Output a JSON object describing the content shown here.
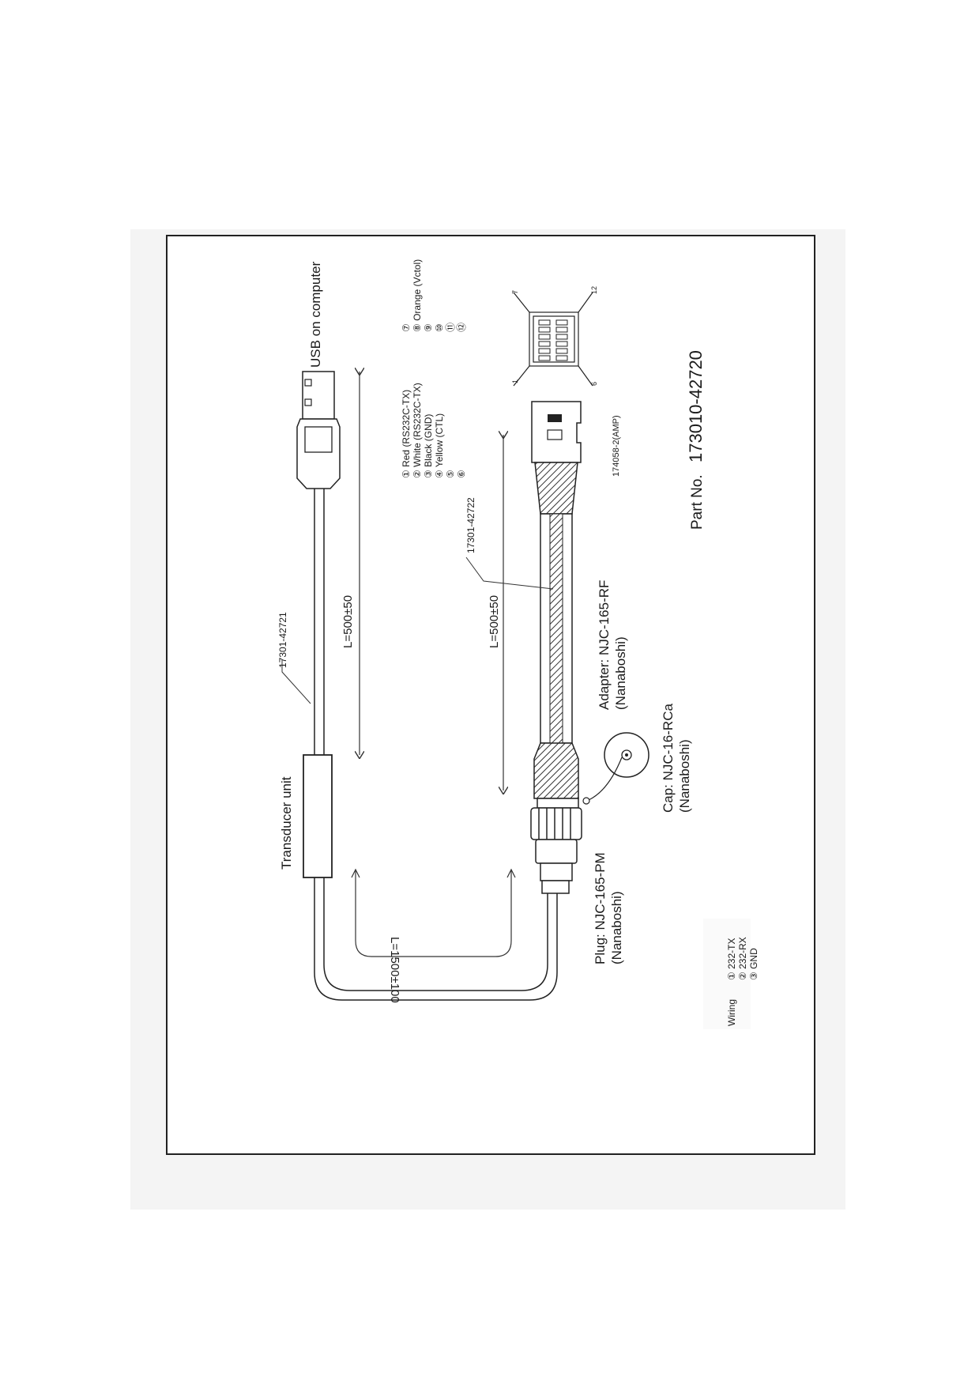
{
  "drawing": {
    "part_number_prefix": "Part No.",
    "part_number": "173010-42720",
    "usb_label": "USB on computer",
    "transducer_label": "Transducer unit",
    "cable1_part": "17301-42721",
    "cable2_part": "17301-42722",
    "length_usb": "L=500±50",
    "length_adapter": "L=500±50",
    "length_plug": "L=1500±100",
    "amp_connector": "174058-2(AMP)",
    "adapter_line1": "Adapter: NJC-165-RF",
    "adapter_line2": "(Nanaboshi)",
    "cap_line1": "Cap: NJC-16-RCa",
    "cap_line2": "(Nanaboshi)",
    "plug_line1": "Plug: NJC-165-PM",
    "plug_line2": "(Nanaboshi)",
    "pin_first": "1",
    "pin_six": "6",
    "pin_seven": "7",
    "pin_twelve": "12"
  },
  "amp_pins": [
    "① Red (RS232C-TX)",
    "② White (RS232C-TX)",
    "③ Black (GND)",
    "④ Yellow (CTL)",
    "⑤",
    "⑥",
    "⑦",
    "⑧ Orange (Vctol)",
    "⑨",
    "⑩",
    "⑪",
    "⑫"
  ],
  "wiring": {
    "title": "Wiring",
    "items": [
      "① 232-TX",
      "② 232-RX",
      "③ GND"
    ]
  }
}
